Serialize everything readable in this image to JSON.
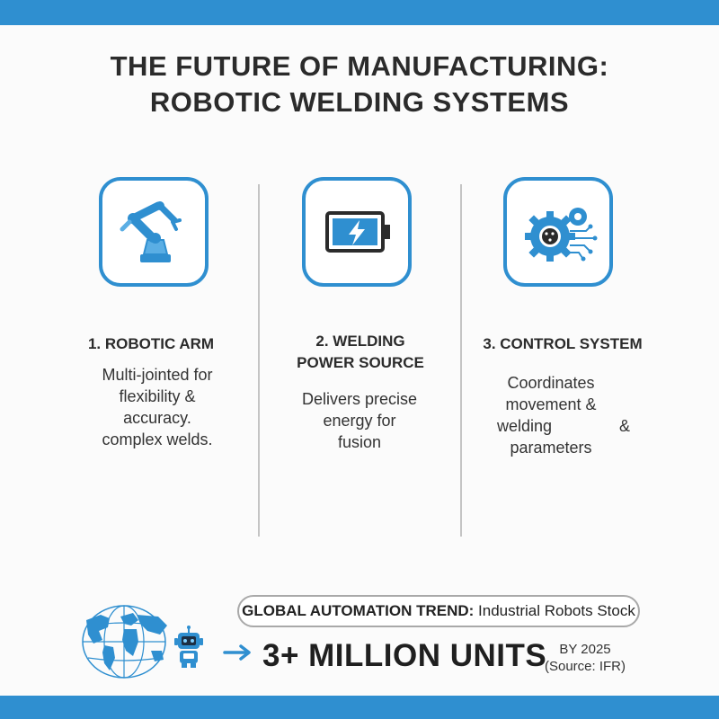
{
  "header": {
    "title_line1": "THE FUTURE OF MANUFACTURING:",
    "title_line2": "ROBOTIC WELDING SYSTEMS"
  },
  "columns": [
    {
      "icon": "robotic-arm-icon",
      "heading": "1. ROBOTIC ARM",
      "desc_lines": [
        "Multi-jointed for",
        "flexibility &",
        "accuracy.",
        "complex welds."
      ]
    },
    {
      "icon": "battery-bolt-icon",
      "heading_line1": "2. WELDING",
      "heading_line2": "POWER SOURCE",
      "desc_lines": [
        "Delivers precise",
        "energy for",
        "fusion"
      ]
    },
    {
      "icon": "gear-circuit-icon",
      "heading": "3. CONTROL SYSTEM",
      "desc_lines": [
        "Coordinates",
        "movement &",
        "welding",
        "&",
        "parameters"
      ]
    }
  ],
  "footer": {
    "trend_label": "GLOBAL AUTOMATION TREND:",
    "trend_value": "Industrial Robots Stock",
    "stat": "3+ MILLION UNITS",
    "by_year": "BY 2025",
    "source": "(Source: IFR)",
    "icons": [
      "globe-icon",
      "robot-icon",
      "arrow-right-icon"
    ]
  },
  "colors": {
    "accent": "#2f8fd0",
    "dark_text": "#2b2b2b",
    "divider": "#c4c4c4"
  }
}
